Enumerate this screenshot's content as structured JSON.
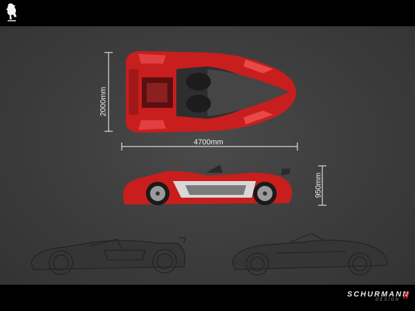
{
  "dimensions": {
    "width_label": "2000mm",
    "length_label": "4700mm",
    "height_label": "950mm"
  },
  "brand": {
    "name": "SCHURMANN",
    "sub": "DESIGN"
  },
  "colors": {
    "background": "#000000",
    "panel": "#3d3d3d",
    "body_red": "#c81e1e",
    "carbon": "#3a3a3a"
  },
  "icons": {
    "logo": "prancing-horse-icon"
  }
}
